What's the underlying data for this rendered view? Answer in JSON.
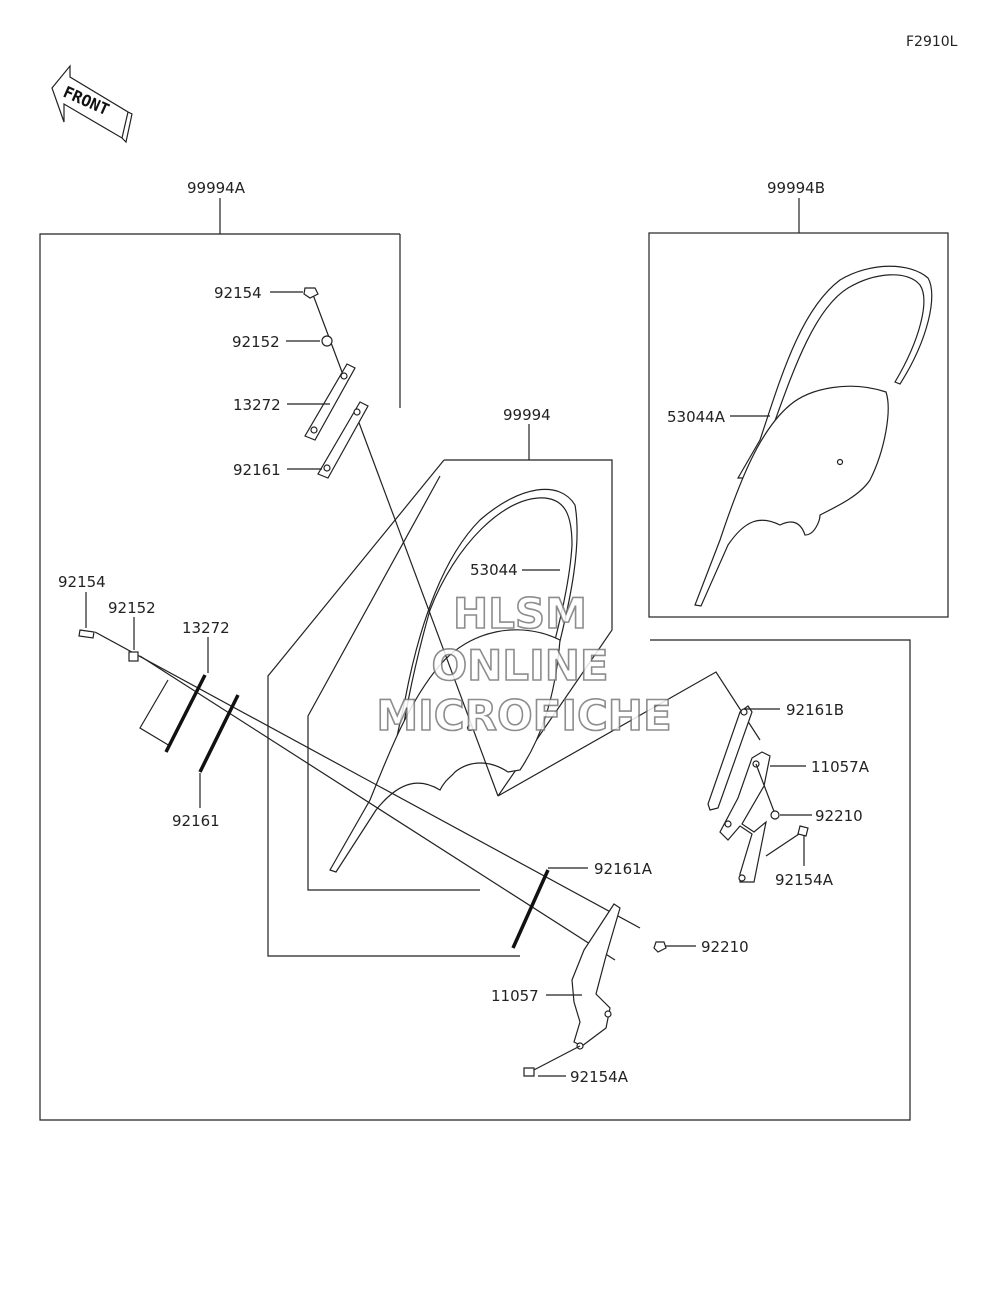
{
  "diagram_code": "F2910L",
  "front_label": "FRONT",
  "watermark": {
    "line1": "HLSM",
    "line2": "ONLINE",
    "line3": "MICROFICHE"
  },
  "kits": {
    "kit_a": "99994A",
    "kit_b": "99994B",
    "kit_main": "99994"
  },
  "parts": {
    "p92154_top": "92154",
    "p92152_top": "92152",
    "p13272_top": "13272",
    "p92161_top": "92161",
    "p53044": "53044",
    "p53044A": "53044A",
    "p92154_left": "92154",
    "p92152_left": "92152",
    "p13272_left": "13272",
    "p92161_left": "92161",
    "p92161B": "92161B",
    "p11057A": "11057A",
    "p92210_right": "92210",
    "p92154A_right": "92154A",
    "p92161A": "92161A",
    "p92210_low": "92210",
    "p11057": "11057",
    "p92154A_low": "92154A"
  }
}
